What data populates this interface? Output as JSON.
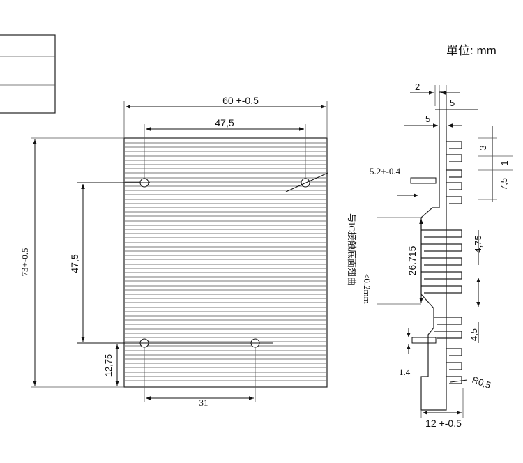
{
  "units_label": "單位: mm",
  "front_view": {
    "width_label": "60 +-0.5",
    "hole_spacing_x_label": "47,5",
    "height_label": "73+-0.5",
    "hole_spacing_y_label": "47,5",
    "bottom_offset_label": "12,75",
    "bottom_hole_offset_label": "31"
  },
  "side_view": {
    "dim_2": "2",
    "dim_5_top": "5",
    "dim_5_mid": "5",
    "dim_3": "3",
    "dim_1": "1",
    "dim_7_5": "7,5",
    "dim_4_75": "4,75",
    "dim_26_715": "26.715",
    "dim_4_5": "4,5",
    "slot_label": "5.2+-0.4",
    "base_thickness_label": "1.4",
    "radius_label": "R0,5",
    "total_width_label": "12 +-0.5",
    "flatness_note": "与IC接触底面翘曲",
    "flatness_value": "<0.2mm"
  }
}
